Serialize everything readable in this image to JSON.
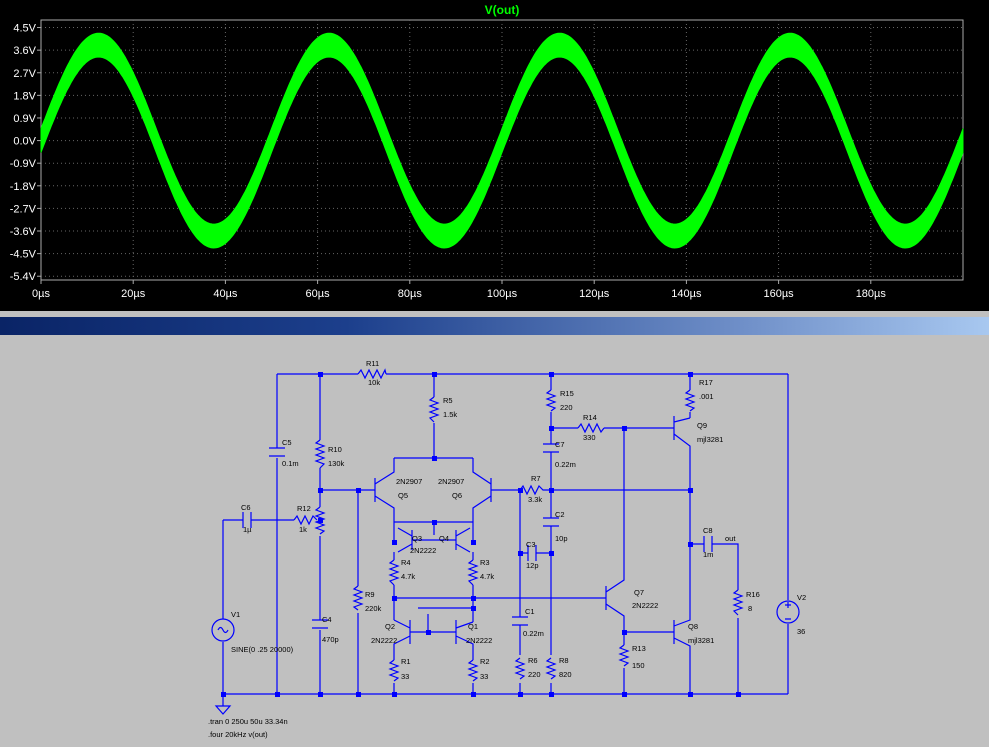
{
  "plot": {
    "trace_name": "V(out)",
    "y_ticks": [
      "4.5V",
      "3.6V",
      "2.7V",
      "1.8V",
      "0.9V",
      "0.0V",
      "-0.9V",
      "-1.8V",
      "-2.7V",
      "-3.6V",
      "-4.5V",
      "-5.4V"
    ],
    "x_ticks": [
      "0µs",
      "20µs",
      "40µs",
      "60µs",
      "80µs",
      "100µs",
      "120µs",
      "140µs",
      "160µs",
      "180µs"
    ],
    "trace_color": "#00ff00",
    "background_color": "#000000",
    "grid_color": "#666666"
  },
  "chart_data": {
    "type": "line",
    "title": "V(out)",
    "xlabel": "",
    "ylabel": "",
    "xlim": [
      0,
      200
    ],
    "x_unit": "µs",
    "ylim": [
      -5.4,
      4.8
    ],
    "y_unit": "V",
    "series": [
      {
        "name": "V(out)",
        "form": "sine",
        "frequency_khz": 20,
        "amplitude_v": 3.8,
        "ripple_band_v": 0.95,
        "peak_times_us": [
          12.5,
          62.5,
          112.5,
          162.5
        ],
        "peak_values_v": [
          4.3,
          4.3,
          4.3,
          4.3
        ],
        "trough_times_us": [
          37.5,
          87.5,
          137.5,
          187.5
        ],
        "trough_values_v": [
          -4.5,
          -4.5,
          -4.5,
          -4.5
        ]
      }
    ],
    "grid": true,
    "legend": "none"
  },
  "schematic": {
    "wire_color": "#0000ff",
    "labels": {
      "r11": "R11",
      "r11_val": "10k",
      "r5": "R5",
      "r5_val": "1.5k",
      "r15": "R15",
      "r15_val": "220",
      "r17": "R17",
      "r17_val": ".001",
      "r14": "R14",
      "r14_val": "330",
      "c5": "C5",
      "c5_val": "0.1m",
      "r10": "R10",
      "r10_val": "130k",
      "c7": "C7",
      "c7_val": "0.22m",
      "q9": "Q9",
      "q9_model": "mjl3281",
      "q5": "Q5",
      "q5_model": "2N2907",
      "q6": "Q6",
      "q6_model": "2N2907",
      "r7": "R7",
      "r7_val": "3.3k",
      "c6": "C6",
      "c6_val": "1µ",
      "r12": "R12",
      "r12_val": "1k",
      "q3": "Q3",
      "q4": "Q4",
      "q34_model": "2N2222",
      "c2": "C2",
      "c2_val": "10p",
      "c8": "C8",
      "c8_val": "1m",
      "out_label": "out",
      "r4": "R4",
      "r4_val": "4.7k",
      "r3": "R3",
      "r3_val": "4.7k",
      "c3": "C3",
      "c3_val": "12p",
      "r9": "R9",
      "r9_val": "220k",
      "r16": "R16",
      "r16_val": "8",
      "v2": "V2",
      "v2_val": "36",
      "v1": "V1",
      "v1_val": "SINE(0 .25 20000)",
      "q7": "Q7",
      "q7_model": "2N2222",
      "c1": "C1",
      "c1_val": "0.22m",
      "q2": "Q2",
      "q2_model": "2N2222",
      "q1": "Q1",
      "q1_model": "2N2222",
      "c4": "C4",
      "c4_val": "470p",
      "q8": "Q8",
      "q8_model": "mjl3281",
      "r13": "R13",
      "r13_val": "150",
      "r1": "R1",
      "r1_val": "33",
      "r2": "R2",
      "r2_val": "33",
      "r6": "R6",
      "r6_val": "220",
      "r8": "R8",
      "r8_val": "820"
    },
    "directives": {
      "tran": ".tran 0 250u 50u 33.34n",
      "four": ".four 20kHz v(out)"
    }
  }
}
